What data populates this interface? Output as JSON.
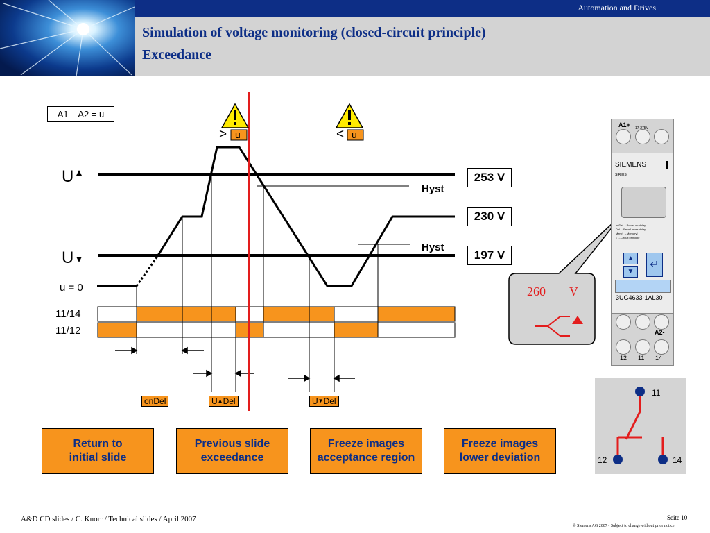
{
  "header": {
    "brand": "Automation and Drives",
    "title_line1": "Simulation of voltage monitoring (closed-circuit principle)",
    "title_line2": "Exceedance",
    "bar_color": "#0d2e86"
  },
  "diagram": {
    "supply_label": "A1 – A2 = u",
    "warn_over_sym": ">",
    "warn_under_sym": "<",
    "warn_u": "u",
    "warn_icon": "warning-triangle-icon",
    "u_up_label": "U",
    "u_down_label": "U",
    "u_zero_label": "u = 0",
    "row_1114": "11/14",
    "row_1112": "11/12",
    "hyst_label": "Hyst",
    "volt_upper": "253 V",
    "volt_nominal": "230 V",
    "volt_lower": "197 V",
    "ondel_label": "onDel",
    "uup_del_label": "Del",
    "udown_del_label": "Del",
    "u_glyph": "U",
    "accent_orange": "#f7941d",
    "cursor_red": "#e31d1d"
  },
  "callout": {
    "value": "260",
    "unit": "V"
  },
  "device": {
    "top_label": "A1+",
    "rating": "17-275V",
    "brand": "SIEMENS",
    "series": "SIRIUS",
    "legend": [
      "onDel  →Power on delay",
      "Del    →Error/Unoss delay",
      "Mem↑ →Memory!",
      "↓ →Circuit principle"
    ],
    "model": "3UG4633-1AL30",
    "bottom_label": "A2-",
    "terminals": [
      "12",
      "11",
      "14"
    ]
  },
  "contact": {
    "t11": "11",
    "t12": "12",
    "t14": "14"
  },
  "buttons": {
    "return": "Return to\ninitial slide",
    "previous": "Previous slide\nexceedance",
    "freeze_accept": "Freeze images\nacceptance region",
    "freeze_lower": "Freeze images\nlower deviation"
  },
  "footer": {
    "left": "A&D CD slides / C. Knorr / Technical slides / April 2007",
    "page": "Seite 10",
    "copyright": "© Siemens AG 2007  -  Subject to change without prior notice"
  }
}
